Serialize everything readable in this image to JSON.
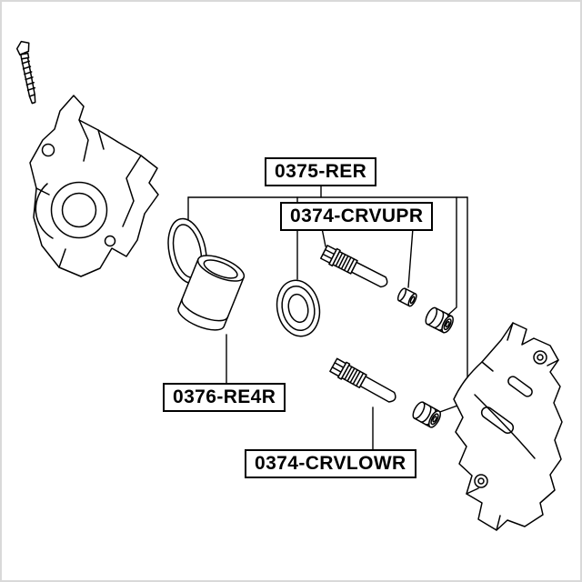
{
  "figure": {
    "kind": "brake-caliper-parts-diagram",
    "colors": {
      "line": "#000000",
      "background": "#ffffff",
      "frame": "#d9d9d9"
    },
    "parts": [
      "brake-caliper",
      "bleeder-screw",
      "piston-seal",
      "piston",
      "piston-boot",
      "upper-guide-pin",
      "upper-pin-bushing",
      "upper-pin-boot",
      "lower-guide-pin",
      "lower-pin-boot",
      "caliper-bracket"
    ]
  },
  "labels": {
    "kit_0375_rer": "0375-RER",
    "kit_0374_crvupr": "0374-CRVUPR",
    "kit_0376_re4r": "0376-RE4R",
    "kit_0374_crvlowr": "0374-CRVLOWR"
  }
}
